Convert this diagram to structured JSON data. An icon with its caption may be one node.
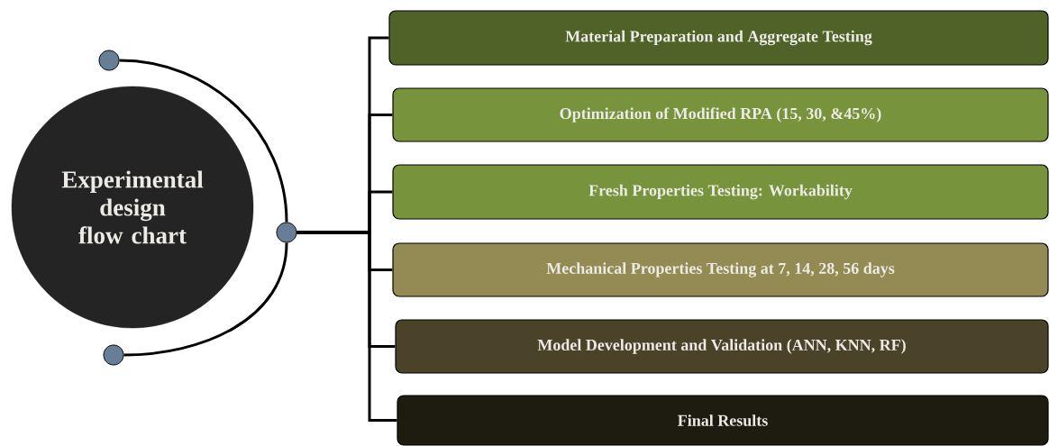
{
  "diagram": {
    "nodes": [
      {
        "text": [
          "Experimental design flow chart"
        ]
      },
      {
        "text": [],
        "shape": "circle"
      },
      {
        "text": [],
        "shape": "circle"
      },
      {
        "text": [],
        "shape": "circle"
      },
      {
        "text": [
          "Material Preparation and Aggregate Testing"
        ]
      },
      {
        "text": [
          "Optimization of Modified RPA (15, 30, &45%)"
        ]
      },
      {
        "text": [
          "Fresh  Properties  Testing:  Workability"
        ]
      },
      {
        "text": [
          "Mechanical Properties Testing at 7, 14, 28, 56 days"
        ]
      },
      {
        "text": [
          "Model Development and Validation (ANN, KNN, RF)"
        ]
      },
      {
        "text": [
          "Final Results"
        ]
      }
    ],
    "edges": [
      {
        "from": 1,
        "to": 2,
        "arrow": "none"
      },
      {
        "from": 2,
        "to": 3,
        "arrow": "none"
      },
      {
        "from": 2,
        "to": 4,
        "arrow": "none"
      },
      {
        "from": 2,
        "to": 5,
        "arrow": "none"
      },
      {
        "from": 2,
        "to": 6,
        "arrow": "none"
      },
      {
        "from": 2,
        "to": 7,
        "arrow": "none"
      },
      {
        "from": 2,
        "to": 8,
        "arrow": "none"
      },
      {
        "from": 2,
        "to": 9,
        "arrow": "none"
      }
    ]
  }
}
